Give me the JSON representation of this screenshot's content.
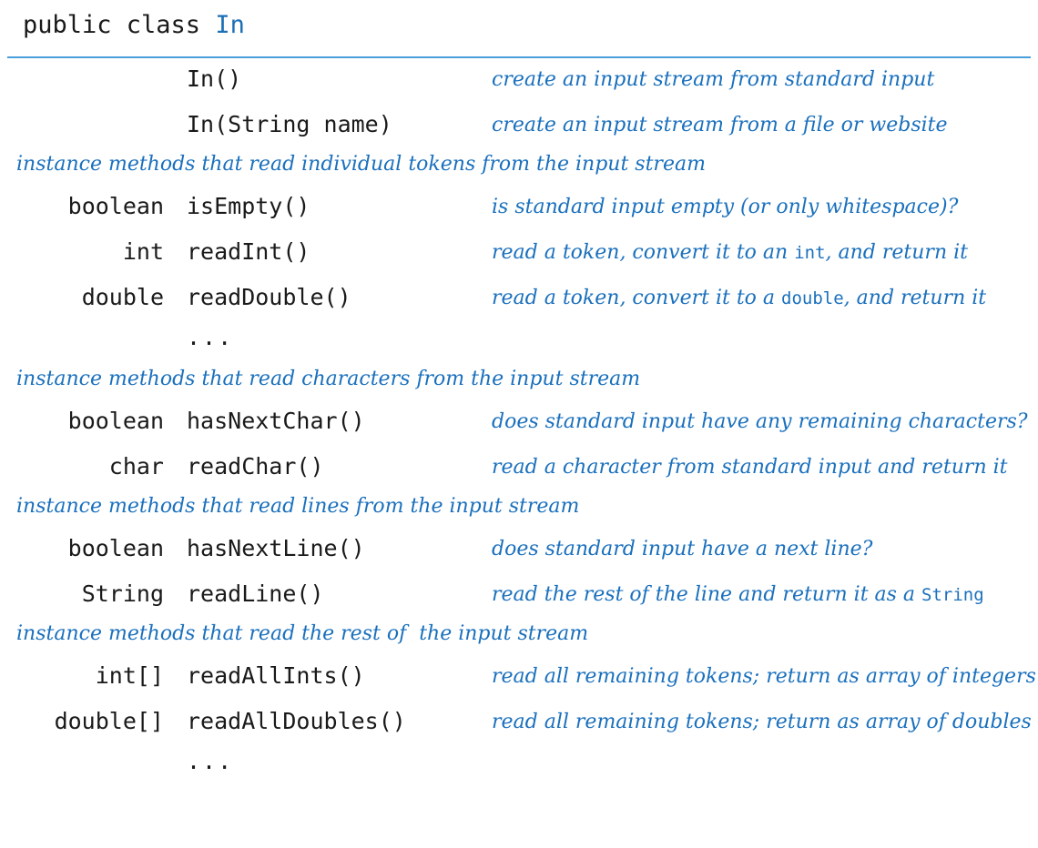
{
  "header": {
    "keyword_prefix": "public class ",
    "class_name": "In",
    "full_title": "public class In"
  },
  "rows": [
    {
      "kind": "method",
      "type": "",
      "name": "In()",
      "desc_parts": [
        {
          "text": "create an input stream from standard input",
          "code": false
        }
      ]
    },
    {
      "kind": "method",
      "type": "",
      "name": "In(String name)",
      "desc_parts": [
        {
          "text": "create an input stream from a file or website",
          "code": false
        }
      ]
    },
    {
      "kind": "section",
      "label": "instance methods that read individual tokens from the input stream"
    },
    {
      "kind": "method",
      "type": "boolean",
      "name": "isEmpty()",
      "desc_parts": [
        {
          "text": "is standard input empty (or only whitespace)?",
          "code": false
        }
      ]
    },
    {
      "kind": "method",
      "type": "int",
      "name": "readInt()",
      "desc_parts": [
        {
          "text": "read a token, convert it to an ",
          "code": false
        },
        {
          "text": "int",
          "code": true
        },
        {
          "text": ", and return it",
          "code": false
        }
      ]
    },
    {
      "kind": "method",
      "type": "double",
      "name": "readDouble()",
      "desc_parts": [
        {
          "text": "read a token, convert it to a ",
          "code": false
        },
        {
          "text": "double",
          "code": true
        },
        {
          "text": ", and return it",
          "code": false
        }
      ]
    },
    {
      "kind": "ellipsis",
      "glyph": "..."
    },
    {
      "kind": "section",
      "label": "instance methods that read characters from the input stream"
    },
    {
      "kind": "method",
      "type": "boolean",
      "name": "hasNextChar()",
      "desc_parts": [
        {
          "text": "does standard input have any remaining characters?",
          "code": false
        }
      ]
    },
    {
      "kind": "method",
      "type": "char",
      "name": "readChar()",
      "desc_parts": [
        {
          "text": "read a character from standard input and return it",
          "code": false
        }
      ]
    },
    {
      "kind": "section",
      "label": "instance methods that read lines from the input stream"
    },
    {
      "kind": "method",
      "type": "boolean",
      "name": "hasNextLine()",
      "desc_parts": [
        {
          "text": "does standard input have a next line?",
          "code": false
        }
      ]
    },
    {
      "kind": "method",
      "type": "String",
      "name": "readLine()",
      "desc_parts": [
        {
          "text": "read the rest of the line and return it as a ",
          "code": false
        },
        {
          "text": "String",
          "code": true
        }
      ]
    },
    {
      "kind": "section",
      "label": "instance methods that read the rest of  the input stream"
    },
    {
      "kind": "method",
      "type": "int[]",
      "name": "readAllInts()",
      "desc_parts": [
        {
          "text": "read all remaining tokens; return as array of integers",
          "code": false
        }
      ]
    },
    {
      "kind": "method",
      "type": "double[]",
      "name": "readAllDoubles()",
      "desc_parts": [
        {
          "text": "read all remaining tokens; return as array of doubles",
          "code": false
        }
      ]
    },
    {
      "kind": "ellipsis",
      "glyph": "..."
    }
  ],
  "colors": {
    "accent_blue": "#1a70bd",
    "rule_blue": "#4a9fdb",
    "class_name_blue": "#1a6fb5",
    "code_black": "#1a1a1a",
    "background": "#ffffff"
  }
}
